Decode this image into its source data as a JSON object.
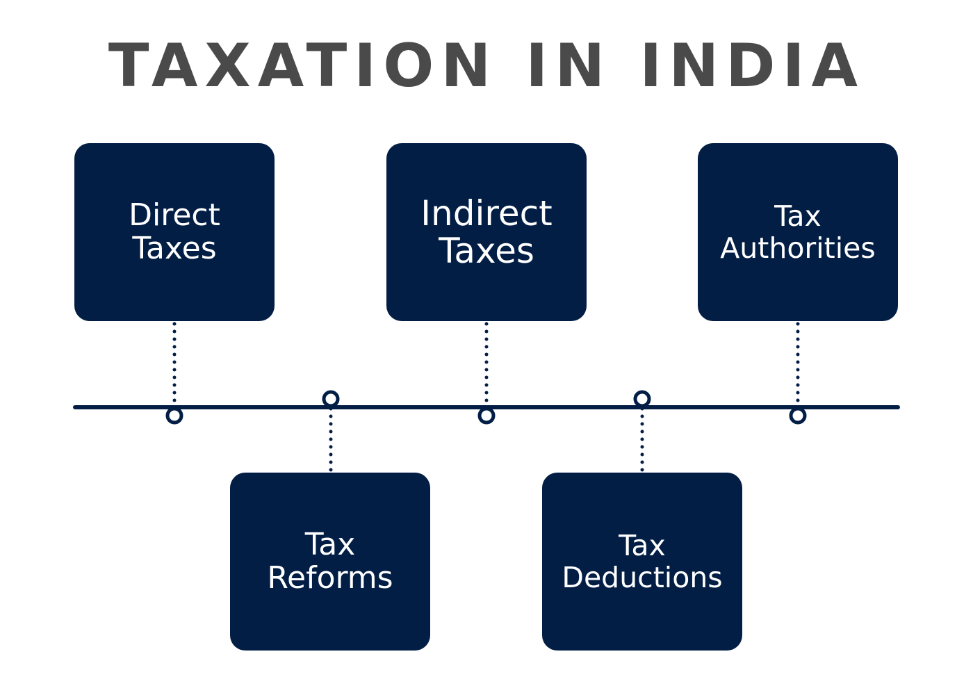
{
  "title": "TAXATION IN INDIA",
  "colors": {
    "title": "#4a4a4a",
    "box_fill": "#031e45",
    "box_text": "#ffffff",
    "line": "#031e45",
    "marker_fill": "#ffffff"
  },
  "timeline": {
    "items": [
      {
        "id": "direct-taxes",
        "lines": [
          "Direct",
          "Taxes"
        ],
        "side": "above"
      },
      {
        "id": "tax-reforms",
        "lines": [
          "Tax",
          "Reforms"
        ],
        "side": "below"
      },
      {
        "id": "indirect-taxes",
        "lines": [
          "Indirect",
          "Taxes"
        ],
        "side": "above"
      },
      {
        "id": "tax-deductions",
        "lines": [
          "Tax",
          "Deductions"
        ],
        "side": "below"
      },
      {
        "id": "tax-authorities",
        "lines": [
          "Tax",
          "Authorities"
        ],
        "side": "above"
      }
    ]
  }
}
